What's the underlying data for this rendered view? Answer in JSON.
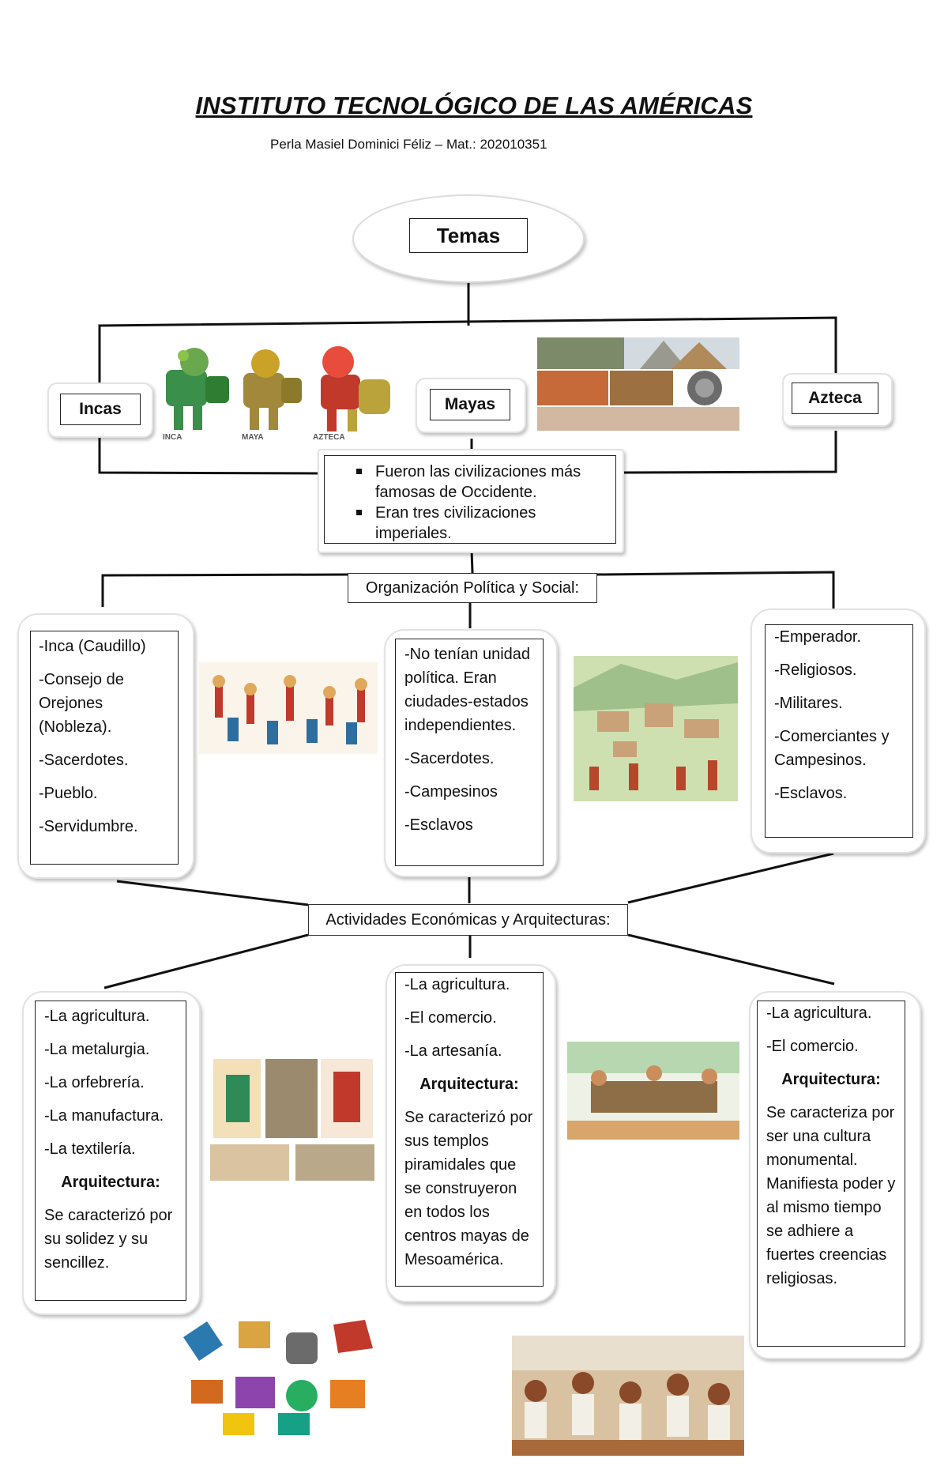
{
  "header": {
    "title": "INSTITUTO TECNOLÓGICO DE LAS AMÉRICAS",
    "author": "Perla Masiel Dominici Féliz – Mat.: 202010351"
  },
  "root": {
    "label": "Temas"
  },
  "civilizations": {
    "incas": "Incas",
    "mayas": "Mayas",
    "azteca": "Azteca"
  },
  "logo_captions": [
    "INCA",
    "MAYA",
    "AZTECA"
  ],
  "summary": {
    "bullets": [
      "Fueron las civilizaciones más famosas de Occidente.",
      "Eran tres civilizaciones imperiales."
    ]
  },
  "organization": {
    "heading": "Organización Política y Social:",
    "incas": [
      "-Inca (Caudillo)",
      "-Consejo de Orejones (Nobleza).",
      "-Sacerdotes.",
      "-Pueblo.",
      "-Servidumbre."
    ],
    "mayas": [
      "-No tenían unidad política. Eran ciudades-estados independientes.",
      "-Sacerdotes.",
      "-Campesinos",
      "-Esclavos"
    ],
    "azteca": [
      "-Emperador.",
      "-Religiosos.",
      "-Militares.",
      "-Comerciantes y Campesinos.",
      "-Esclavos."
    ]
  },
  "economy": {
    "heading": "Actividades Económicas y Arquitecturas:",
    "incas": {
      "items": [
        "-La agricultura.",
        "-La metalurgia.",
        "-La orfebrería.",
        "-La manufactura.",
        "-La textilería."
      ],
      "arch_label": "Arquitectura:",
      "arch_text": "Se caracterizó por su solidez y su sencillez."
    },
    "mayas": {
      "items": [
        "-La agricultura.",
        "-El comercio.",
        "-La artesanía."
      ],
      "arch_label": "Arquitectura:",
      "arch_text": "Se caracterizó por sus templos piramidales que se construyeron en todos los centros mayas de Mesoamérica."
    },
    "azteca": {
      "items": [
        "-La agricultura.",
        "-El comercio."
      ],
      "arch_label": "Arquitectura:",
      "arch_text": "Se caracteriza por ser una cultura monumental. Manifiesta poder y al mismo tiempo se adhiere a fuertes creencias religiosas."
    }
  }
}
